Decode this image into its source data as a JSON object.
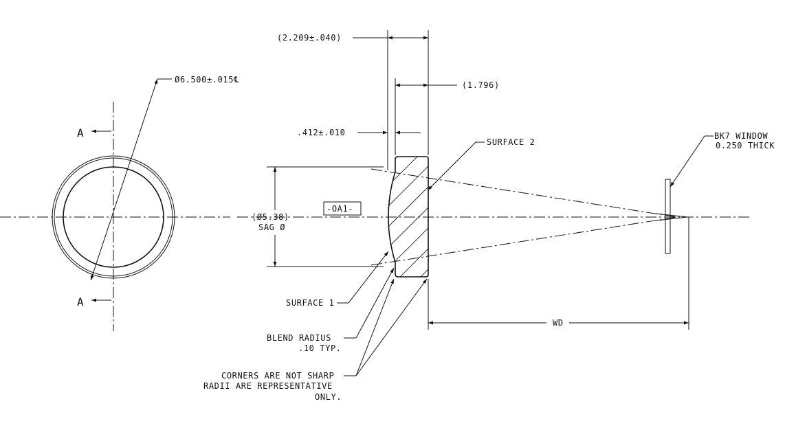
{
  "section_view": {
    "section_label_top": "A",
    "section_label_bottom": "A",
    "diameter_callout": "Ø6.500±.015℄"
  },
  "lens_view": {
    "overall_thickness": "(2.209±.040)",
    "edge_thickness": "(1.796)",
    "sag_depth": ".412±.010",
    "sag_diameter_line1": "(Ø5.38)",
    "sag_diameter_line2": "SAG Ø",
    "datum_label": "-OA1-",
    "surface2_label": "SURFACE 2",
    "surface1_label": "SURFACE 1",
    "blend_radius_line1": "BLEND  RADIUS",
    "blend_radius_line2": ".10 TYP.",
    "corners_note_line1": "CORNERS ARE NOT SHARP",
    "corners_note_line2": "RADII ARE REPRESENTATIVE",
    "corners_note_line3": "ONLY.",
    "window_label_line1": "BK7 WINDOW",
    "window_label_line2": "0.250 THICK",
    "working_distance_label": "WD"
  }
}
